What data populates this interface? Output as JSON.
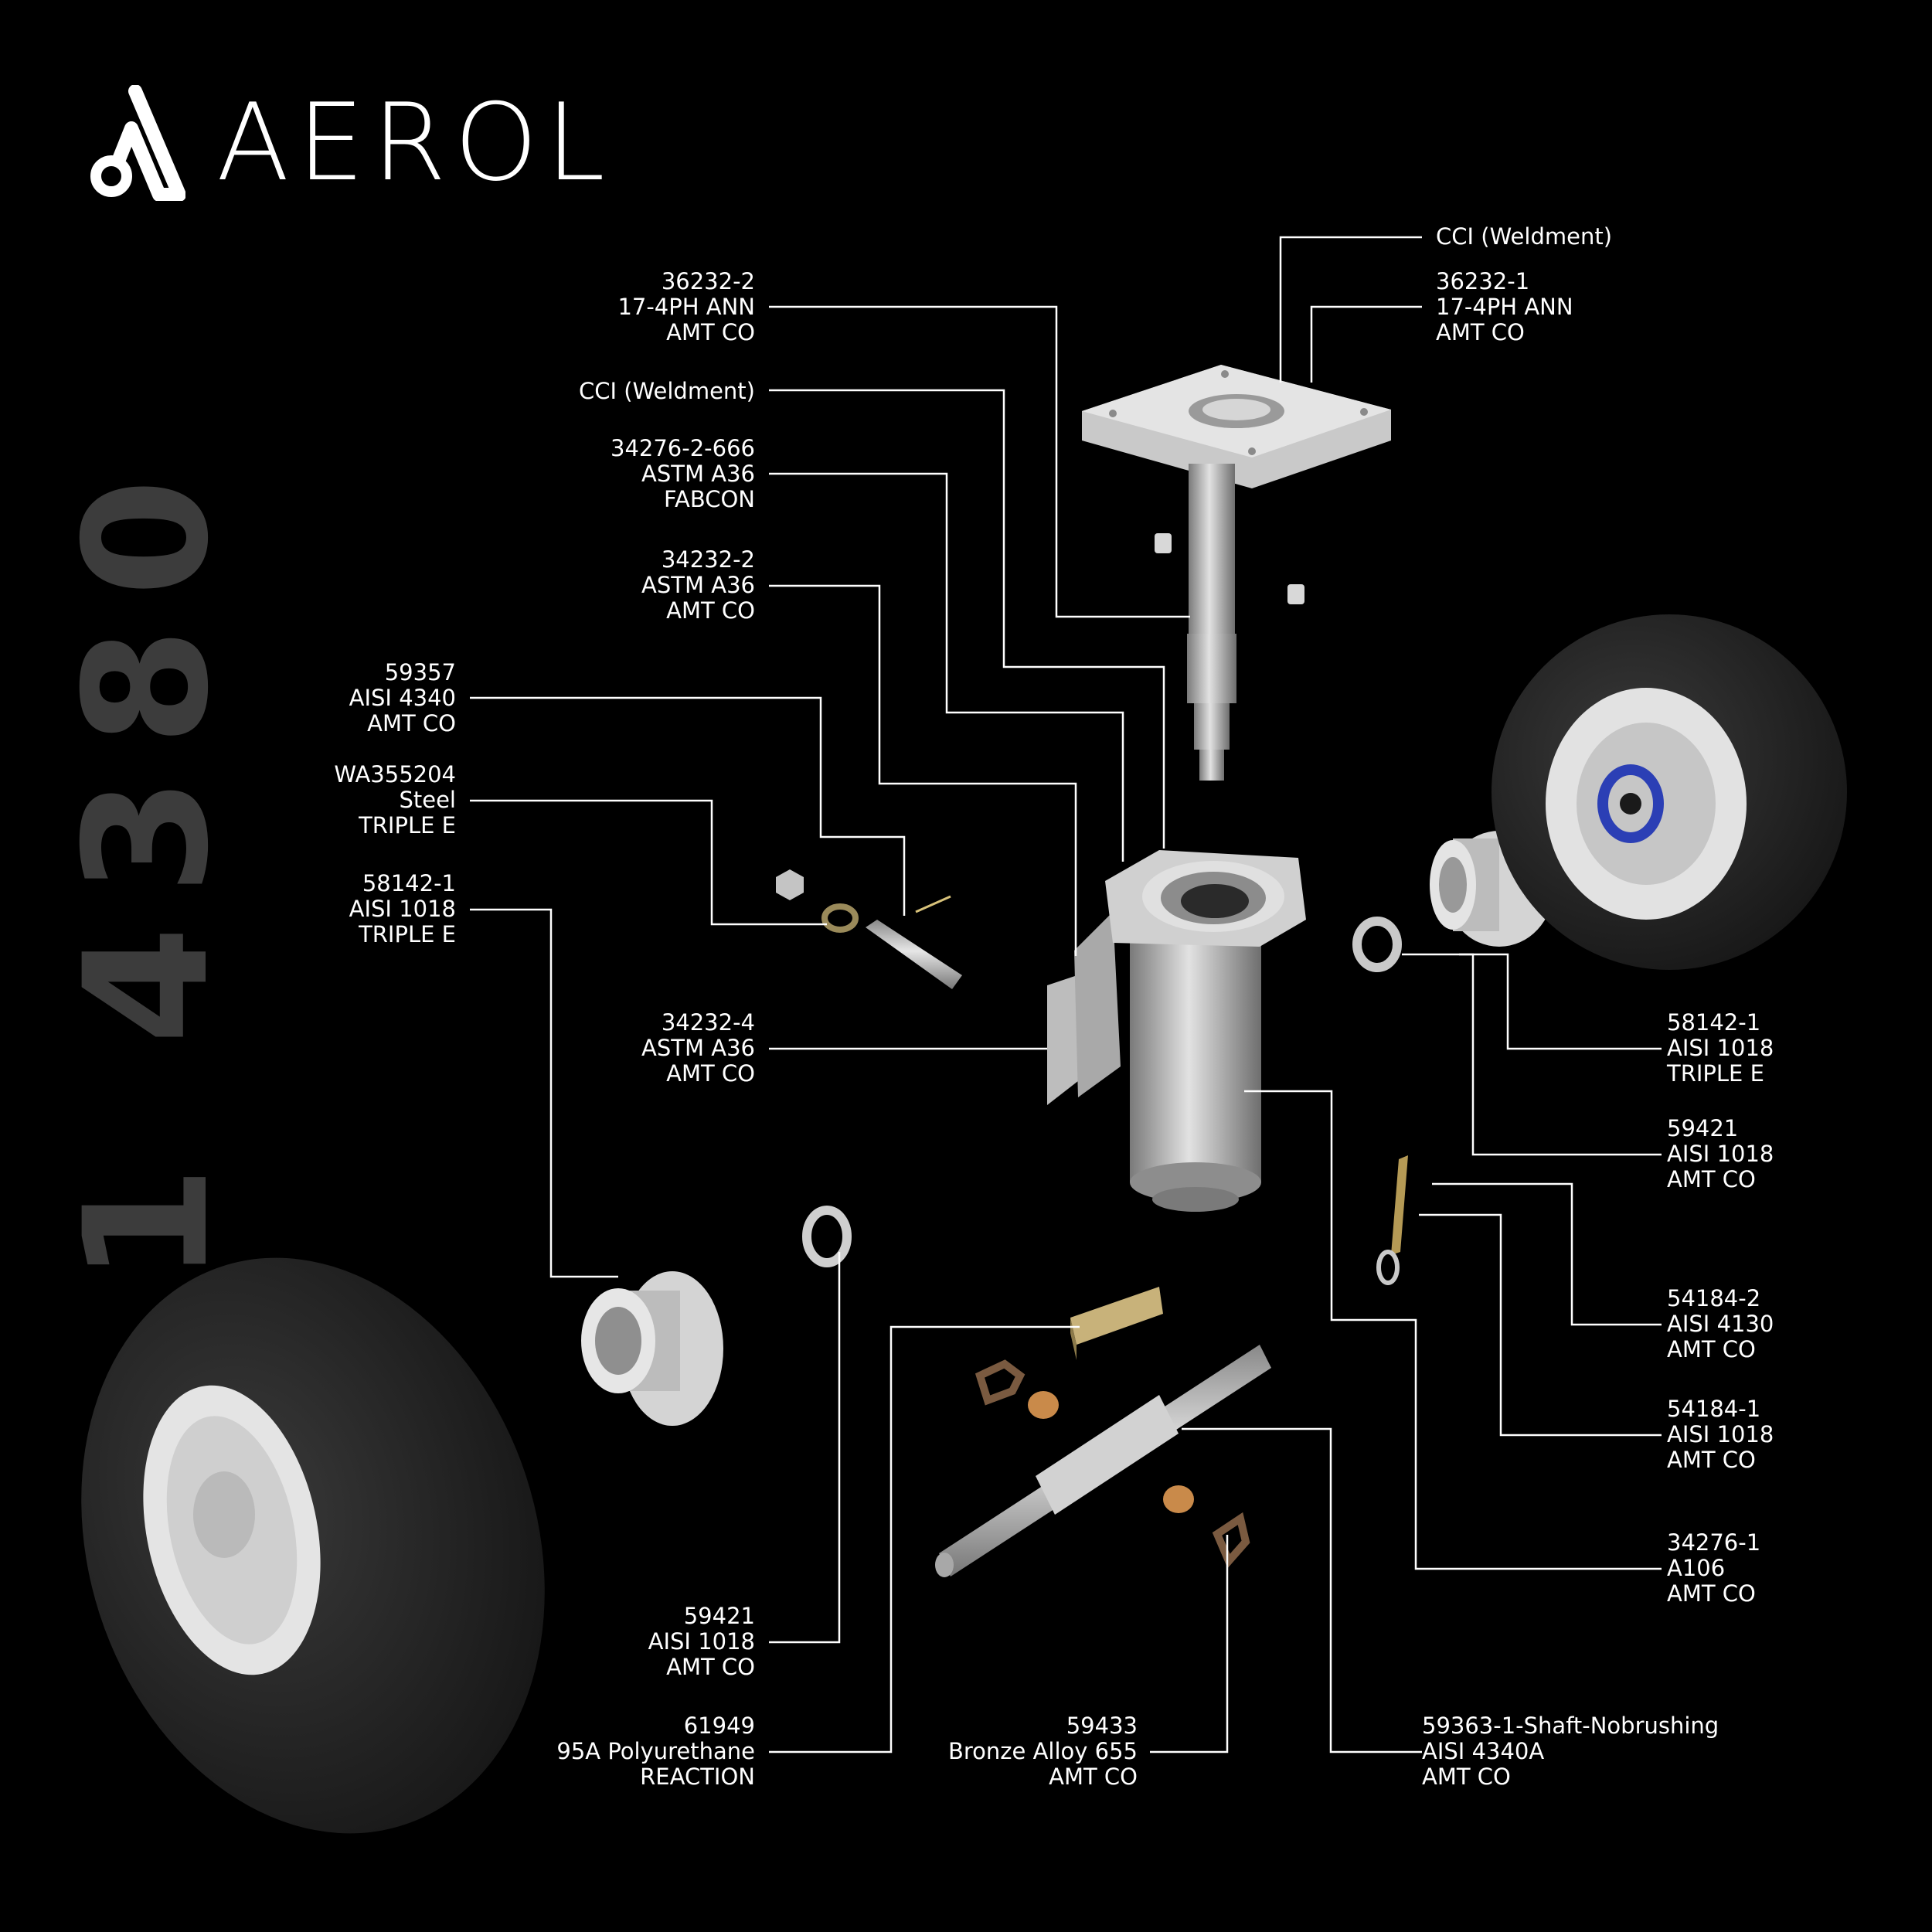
{
  "brand": {
    "name": "AEROL",
    "model": "1 4380"
  },
  "callouts": [
    {
      "id": "c1",
      "lines": [
        "CCI (Weldment)"
      ]
    },
    {
      "id": "c2",
      "lines": [
        "36232-1",
        "17-4PH ANN",
        "AMT CO"
      ]
    },
    {
      "id": "c3",
      "lines": [
        "36232-2",
        "17-4PH ANN",
        "AMT CO"
      ]
    },
    {
      "id": "c4",
      "lines": [
        "CCI (Weldment)"
      ]
    },
    {
      "id": "c5",
      "lines": [
        "34276-2-666",
        "ASTM A36",
        "FABCON"
      ]
    },
    {
      "id": "c6",
      "lines": [
        "34232-2",
        "ASTM A36",
        "AMT CO"
      ]
    },
    {
      "id": "c7",
      "lines": [
        "59357",
        "AISI 4340",
        "AMT CO"
      ]
    },
    {
      "id": "c8",
      "lines": [
        "WA355204",
        "Steel",
        "TRIPLE E"
      ]
    },
    {
      "id": "c9",
      "lines": [
        "58142-1",
        "AISI 1018",
        "TRIPLE E"
      ]
    },
    {
      "id": "c10",
      "lines": [
        "34232-4",
        "ASTM A36",
        "AMT CO"
      ]
    },
    {
      "id": "c11",
      "lines": [
        "58142-1",
        "AISI 1018",
        "TRIPLE E"
      ]
    },
    {
      "id": "c12",
      "lines": [
        "59421",
        "AISI 1018",
        "AMT CO"
      ]
    },
    {
      "id": "c13",
      "lines": [
        "54184-2",
        "AISI 4130",
        "AMT CO"
      ]
    },
    {
      "id": "c14",
      "lines": [
        "54184-1",
        "AISI 1018",
        "AMT CO"
      ]
    },
    {
      "id": "c15",
      "lines": [
        "34276-1",
        "A106",
        "AMT CO"
      ]
    },
    {
      "id": "c16",
      "lines": [
        "59421",
        "AISI 1018",
        "AMT CO"
      ]
    },
    {
      "id": "c17",
      "lines": [
        "61949",
        "95A Polyurethane",
        "REACTION"
      ]
    },
    {
      "id": "c18",
      "lines": [
        "59433",
        "Bronze Alloy 655",
        "AMT CO"
      ]
    },
    {
      "id": "c19",
      "lines": [
        "59363-1-Shaft-Nobrushing",
        "AISI 4340A",
        "AMT CO"
      ]
    }
  ],
  "colors": {
    "background": "#000000",
    "text": "#ffffff",
    "leader": "#ffffff",
    "model": "#3c3c3c",
    "tire": "#2a2a2a",
    "metal": "#bdbdbd",
    "bronze": "#c98a4a",
    "blue_seal": "#2b3fb5"
  },
  "icons": [
    "aerol-logo-icon"
  ]
}
